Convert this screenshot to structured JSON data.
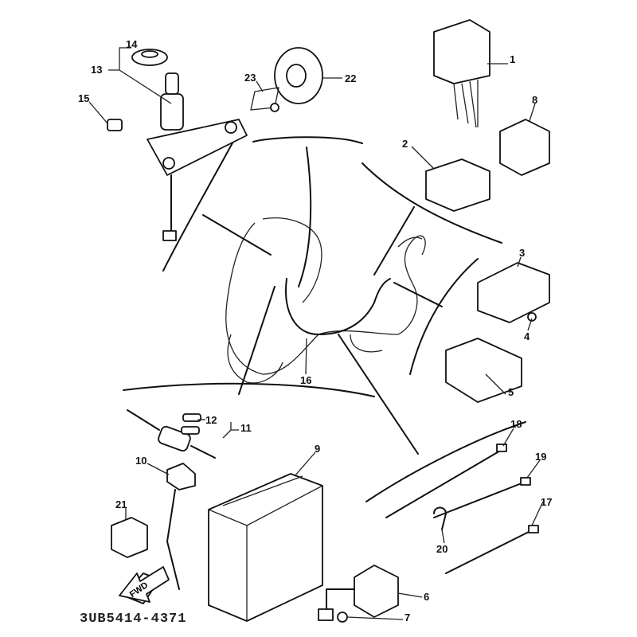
{
  "diagram": {
    "callouts": [
      {
        "id": "1",
        "label": "1"
      },
      {
        "id": "2",
        "label": "2"
      },
      {
        "id": "3",
        "label": "3"
      },
      {
        "id": "4",
        "label": "4"
      },
      {
        "id": "5",
        "label": "5"
      },
      {
        "id": "6",
        "label": "6"
      },
      {
        "id": "7",
        "label": "7"
      },
      {
        "id": "8",
        "label": "8"
      },
      {
        "id": "9",
        "label": "9"
      },
      {
        "id": "10",
        "label": "10"
      },
      {
        "id": "11",
        "label": "11"
      },
      {
        "id": "12",
        "label": "12"
      },
      {
        "id": "13",
        "label": "13"
      },
      {
        "id": "14",
        "label": "14"
      },
      {
        "id": "15",
        "label": "15"
      },
      {
        "id": "16",
        "label": "16"
      },
      {
        "id": "17",
        "label": "17"
      },
      {
        "id": "18",
        "label": "18"
      },
      {
        "id": "19",
        "label": "19"
      },
      {
        "id": "20",
        "label": "20"
      },
      {
        "id": "21",
        "label": "21"
      },
      {
        "id": "22",
        "label": "22"
      },
      {
        "id": "23",
        "label": "23"
      }
    ],
    "direction_arrow": "FWD",
    "drawing_code": "3UB5414-4371"
  }
}
